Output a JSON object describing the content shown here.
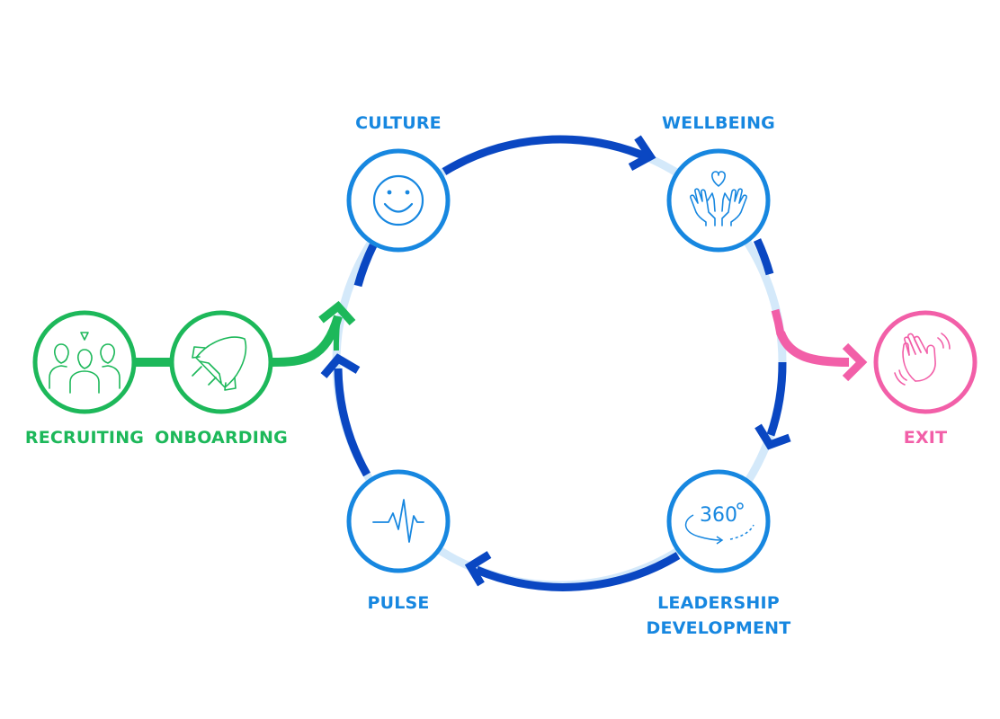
{
  "colors": {
    "cycle_blue": "#0a47c2",
    "cycle_light": "#d4e9fa",
    "node_blue": "#1787e0",
    "green": "#1db85a",
    "pink": "#f25fa8"
  },
  "stages": {
    "recruiting": {
      "label": "RECRUITING",
      "icon": "team-icon"
    },
    "onboarding": {
      "label": "ONBOARDING",
      "icon": "rocket-icon"
    },
    "culture": {
      "label": "CULTURE",
      "icon": "smiley-icon"
    },
    "wellbeing": {
      "label": "WELLBEING",
      "icon": "hands-heart-icon"
    },
    "leadership": {
      "label_line1": "LEADERSHIP",
      "label_line2": "DEVELOPMENT",
      "icon": "360-icon",
      "icon_text": "360"
    },
    "pulse": {
      "label": "PULSE",
      "icon": "pulse-icon"
    },
    "exit": {
      "label": "EXIT",
      "icon": "waving-hand-icon"
    }
  }
}
